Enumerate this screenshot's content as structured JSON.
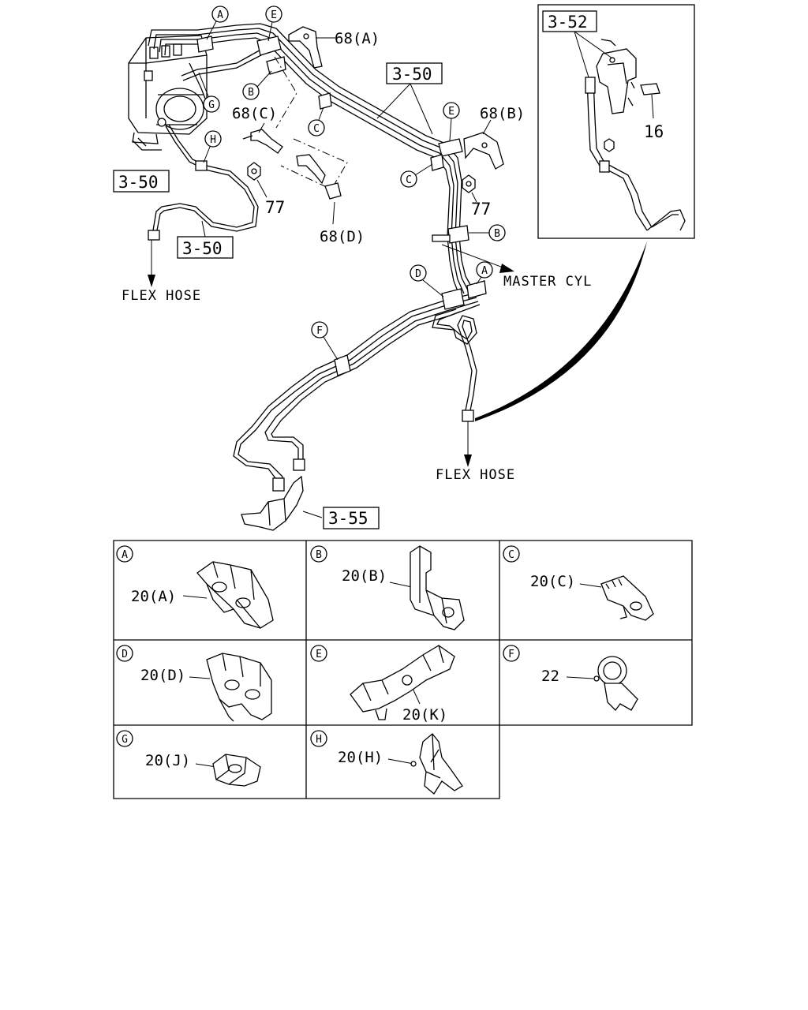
{
  "callouts": {
    "c68A": "68(A)",
    "c68B": "68(B)",
    "c68C": "68(C)",
    "c68D": "68(D)",
    "c77a": "77",
    "c77b": "77",
    "c16": "16"
  },
  "refs": {
    "r350a": "3-50",
    "r350b": "3-50",
    "r350c": "3-50",
    "r352": "3-52",
    "r355": "3-55"
  },
  "captions": {
    "flexLeft": "FLEX HOSE",
    "flexBottom": "FLEX HOSE",
    "masterCyl": "MASTER CYL"
  },
  "markers": {
    "mA1": "A",
    "mE1": "E",
    "mB1": "B",
    "mG": "G",
    "mC1": "C",
    "mH": "H",
    "mE2": "E",
    "mC2": "C",
    "mB2": "B",
    "mA2": "A",
    "mD": "D",
    "mF": "F"
  },
  "clipTable": [
    {
      "letter": "A",
      "part": "20(A)"
    },
    {
      "letter": "B",
      "part": "20(B)"
    },
    {
      "letter": "C",
      "part": "20(C)"
    },
    {
      "letter": "D",
      "part": "20(D)"
    },
    {
      "letter": "E",
      "part": "20(K)"
    },
    {
      "letter": "F",
      "part": "22"
    },
    {
      "letter": "G",
      "part": "20(J)"
    },
    {
      "letter": "H",
      "part": "20(H)"
    }
  ]
}
